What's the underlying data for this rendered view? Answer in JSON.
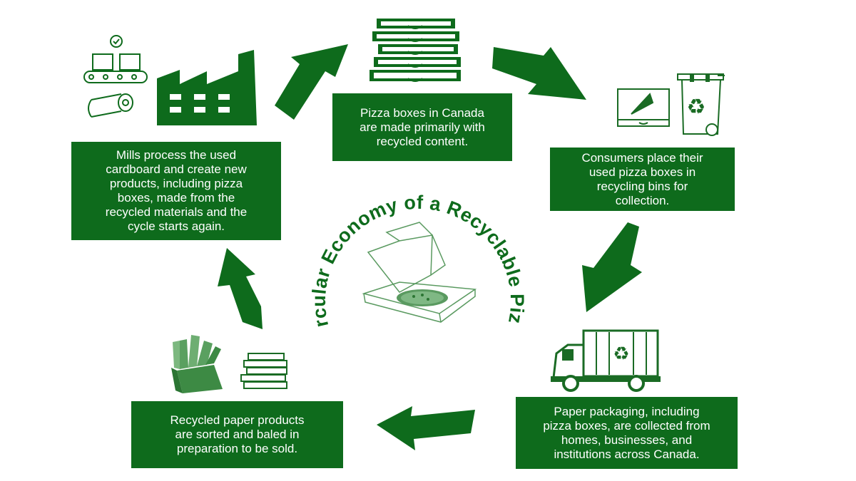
{
  "title": "The Circular Economy of a Recyclable Pizza Box",
  "colors": {
    "primary": "#0e6b1c",
    "icon_stroke": "#1a6b24",
    "light": "#ffffff"
  },
  "steps": [
    {
      "id": "make",
      "text": "Pizza boxes in Canada\nare made primarily with\nrecycled content.",
      "icon": "stacked-pizza-boxes-icon"
    },
    {
      "id": "consume",
      "text": "Consumers place their\nused pizza boxes in\nrecycling bins for\ncollection.",
      "icon": "pizza-box-and-recycling-bin-icon"
    },
    {
      "id": "collect",
      "text": "Paper packaging, including\npizza boxes, are collected from\nhomes, businesses, and\ninstitutions across Canada.",
      "icon": "recycling-truck-icon"
    },
    {
      "id": "sort",
      "text": "Recycled paper products\nare sorted and baled in\npreparation to be sold.",
      "icon": "baled-paper-and-boxes-icon"
    },
    {
      "id": "mill",
      "text": "Mills process the used\ncardboard and create new\nproducts, including pizza\nboxes, made from the\nrecycled materials and the\ncycle starts again.",
      "icon": "factory-and-conveyor-icon"
    }
  ]
}
